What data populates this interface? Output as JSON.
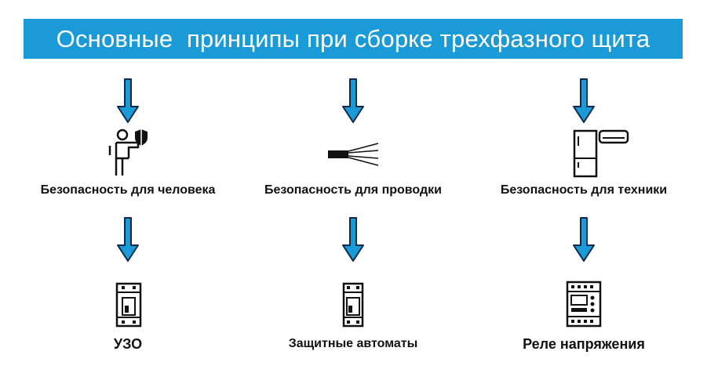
{
  "title": "Основные  принципы при сборке трехфазного щита",
  "colors": {
    "accent": "#1a9ad6",
    "arrow_fill": "#1a9ad6",
    "arrow_stroke": "#0d2a4a",
    "text": "#111111",
    "title_text": "#ffffff"
  },
  "columns": [
    {
      "goal": "Безопасность для человека",
      "goal_icon": "person-with-shield-icon",
      "device": "УЗО",
      "device_icon": "rcd-device-icon"
    },
    {
      "goal": "Безопасность для проводки",
      "goal_icon": "cable-wires-icon",
      "device": "Защитные автоматы",
      "device_icon": "circuit-breaker-icon"
    },
    {
      "goal": "Безопасность для техники",
      "goal_icon": "appliances-icon",
      "device": "Реле напряжения",
      "device_icon": "voltage-relay-icon"
    }
  ]
}
